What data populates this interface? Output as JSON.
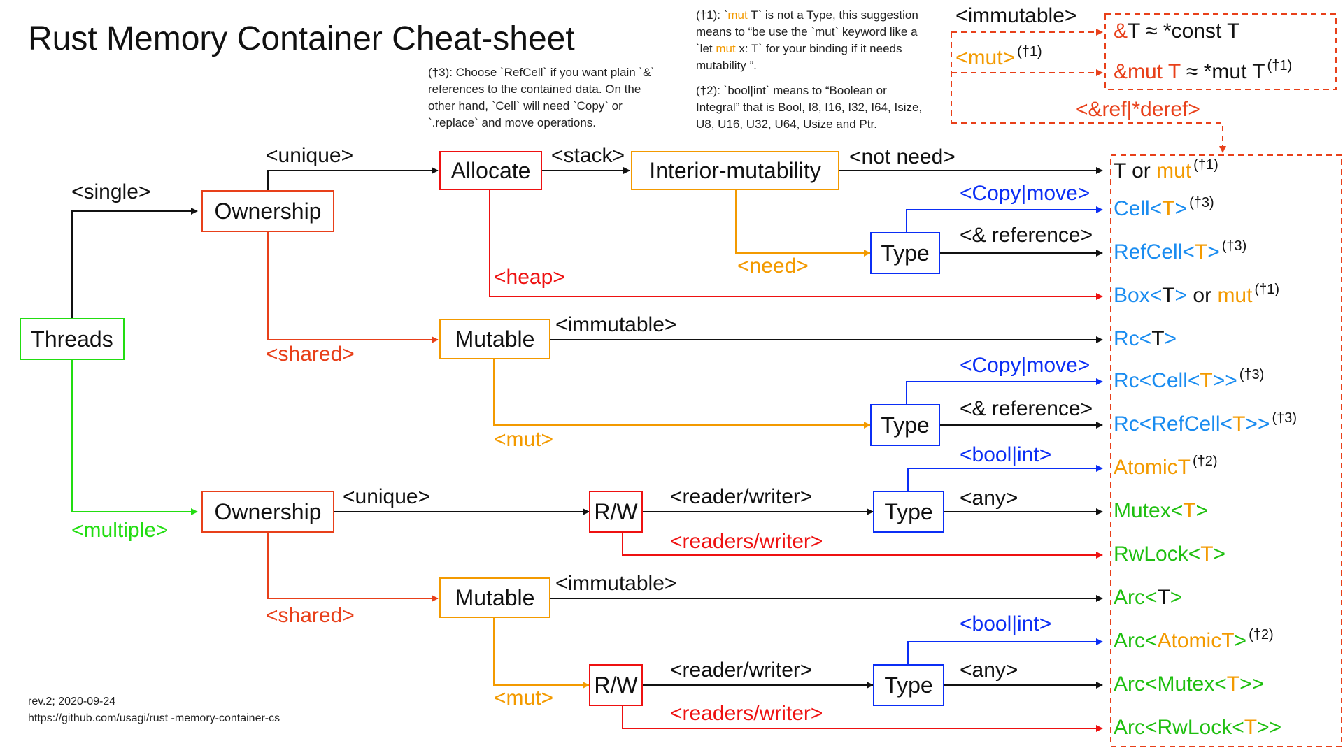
{
  "title": "Rust Memory Container Cheat-sheet",
  "notes": {
    "n1": {
      "parts": [
        "(†1): `",
        "mut",
        " T` is ",
        "not a Type",
        ", this suggestion means to “be use the `mut` keyword like a `let  ",
        "mut",
        " x: T` for your binding if it needs mutability ”."
      ]
    },
    "n2": "(†2): `bool|int` means to “Boolean or Integral” that is Bool, I8, I16, I32, I64, Isize, U8, U16, U32, U64,  Usize and Ptr.",
    "n3": "(†3): Choose `RefCell` if you want plain `&` references to the contained data. On the other hand, `Cell` will need `Copy` or `.replace` and move operations."
  },
  "footer": {
    "rev": "rev.2; 2020-09-24",
    "url": "https://github.com/usagi/rust  -memory-container-cs"
  },
  "nodes": {
    "threads": "Threads",
    "ownership_single": "Ownership",
    "allocate": "Allocate",
    "interior_mutability": "Interior-mutability",
    "type_a": "Type",
    "mutable_single": "Mutable",
    "type_b": "Type",
    "ownership_multiple": "Ownership",
    "rw_a": "R/W",
    "type_c": "Type",
    "mutable_multiple": "Mutable",
    "rw_b": "R/W",
    "type_d": "Type"
  },
  "labels": {
    "single": "<single>",
    "multiple": "<multiple>",
    "unique_1": "<unique>",
    "shared_1": "<shared>",
    "stack": "<stack>",
    "heap": "<heap>",
    "not_need": "<not need>",
    "need": "<need>",
    "copy_move_1": "<Copy|move>",
    "ref_1": "<& reference>",
    "immutable_1": "<immutable>",
    "mut_1": "<mut>",
    "copy_move_2": "<Copy|move>",
    "ref_2": "<& reference>",
    "bool_int_1": "<bool|int>",
    "unique_2": "<unique>",
    "reader_writer_1": "<reader/writer>",
    "readers_writer_1": "<readers/writer>",
    "any_1": "<any>",
    "shared_2": "<shared>",
    "immutable_2": "<immutable>",
    "bool_int_2": "<bool|int>",
    "mut_2": "<mut>",
    "reader_writer_2": "<reader/writer>",
    "readers_writer_2": "<readers/writer>",
    "any_2": "<any>",
    "top_immutable": "<immutable>",
    "top_mut": "<mut>",
    "top_mut_sup": "(†1)",
    "ref_deref": "<&ref|*deref>"
  },
  "refbox": {
    "r1": {
      "a": "&",
      "b": "T ≈ *const T"
    },
    "r2": {
      "a": "&mut T",
      "b": " ≈ *mut T",
      "sup": "(†1)"
    }
  },
  "results": {
    "t_or_mut": {
      "a": "T or ",
      "b": "mut",
      "sup": "(†1)"
    },
    "cell": {
      "a": "Cell<",
      "b": "T",
      "c": ">",
      "sup": "(†3)"
    },
    "refcell": {
      "a": "RefCell<",
      "b": "T",
      "c": ">",
      "sup": "(†3)"
    },
    "box": {
      "a": "Box<",
      "b": "T",
      "c": ">",
      "d": " or ",
      "e": "mut",
      "sup": "(†1)"
    },
    "rc": {
      "a": "Rc<",
      "b": "T",
      "c": ">"
    },
    "rc_cell": {
      "a": "Rc<Cell<",
      "b": "T",
      "c": ">>",
      "sup": "(†3)"
    },
    "rc_refcell": {
      "a": "Rc<RefCell<",
      "b": "T",
      "c": ">>",
      "sup": "(†3)"
    },
    "atomic": {
      "a": "AtomicT",
      "sup": "(†2)"
    },
    "mutex": {
      "a": "Mutex<",
      "b": "T",
      "c": ">"
    },
    "rwlock": {
      "a": "RwLock<",
      "b": "T",
      "c": ">"
    },
    "arc": {
      "a": "Arc<",
      "b": "T",
      "c": ">"
    },
    "arc_atomic": {
      "a": "Arc<",
      "b": "AtomicT",
      "c": ">",
      "sup": "(†2)"
    },
    "arc_mutex": {
      "a": "Arc<Mutex<",
      "b": "T",
      "c": ">>"
    },
    "arc_rwlock": {
      "a": "Arc<RwLock<",
      "b": "T",
      "c": ">>"
    }
  },
  "colors": {
    "black": "#111111",
    "orange": "#f39a00",
    "red_orange": "#e8401a",
    "red": "#ee1111",
    "blue": "#0b2ef5",
    "light_blue": "#1a8cf0",
    "green": "#22dd11"
  }
}
